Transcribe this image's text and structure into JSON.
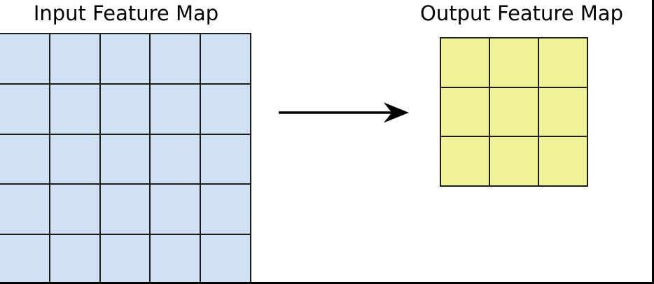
{
  "figure": {
    "background": "#ffffff",
    "frame_color": "#000000"
  },
  "input_map": {
    "title": "Input Feature Map",
    "rows": 5,
    "cols": 5,
    "cell_fill": "#cfe1f2",
    "line_color": "#1d1d1d"
  },
  "output_map": {
    "title": "Output Feature Map",
    "rows": 3,
    "cols": 3,
    "cell_fill": "#f1f199",
    "line_color": "#1d1d1d"
  },
  "arrow": {
    "color": "#000000",
    "direction": "right"
  }
}
